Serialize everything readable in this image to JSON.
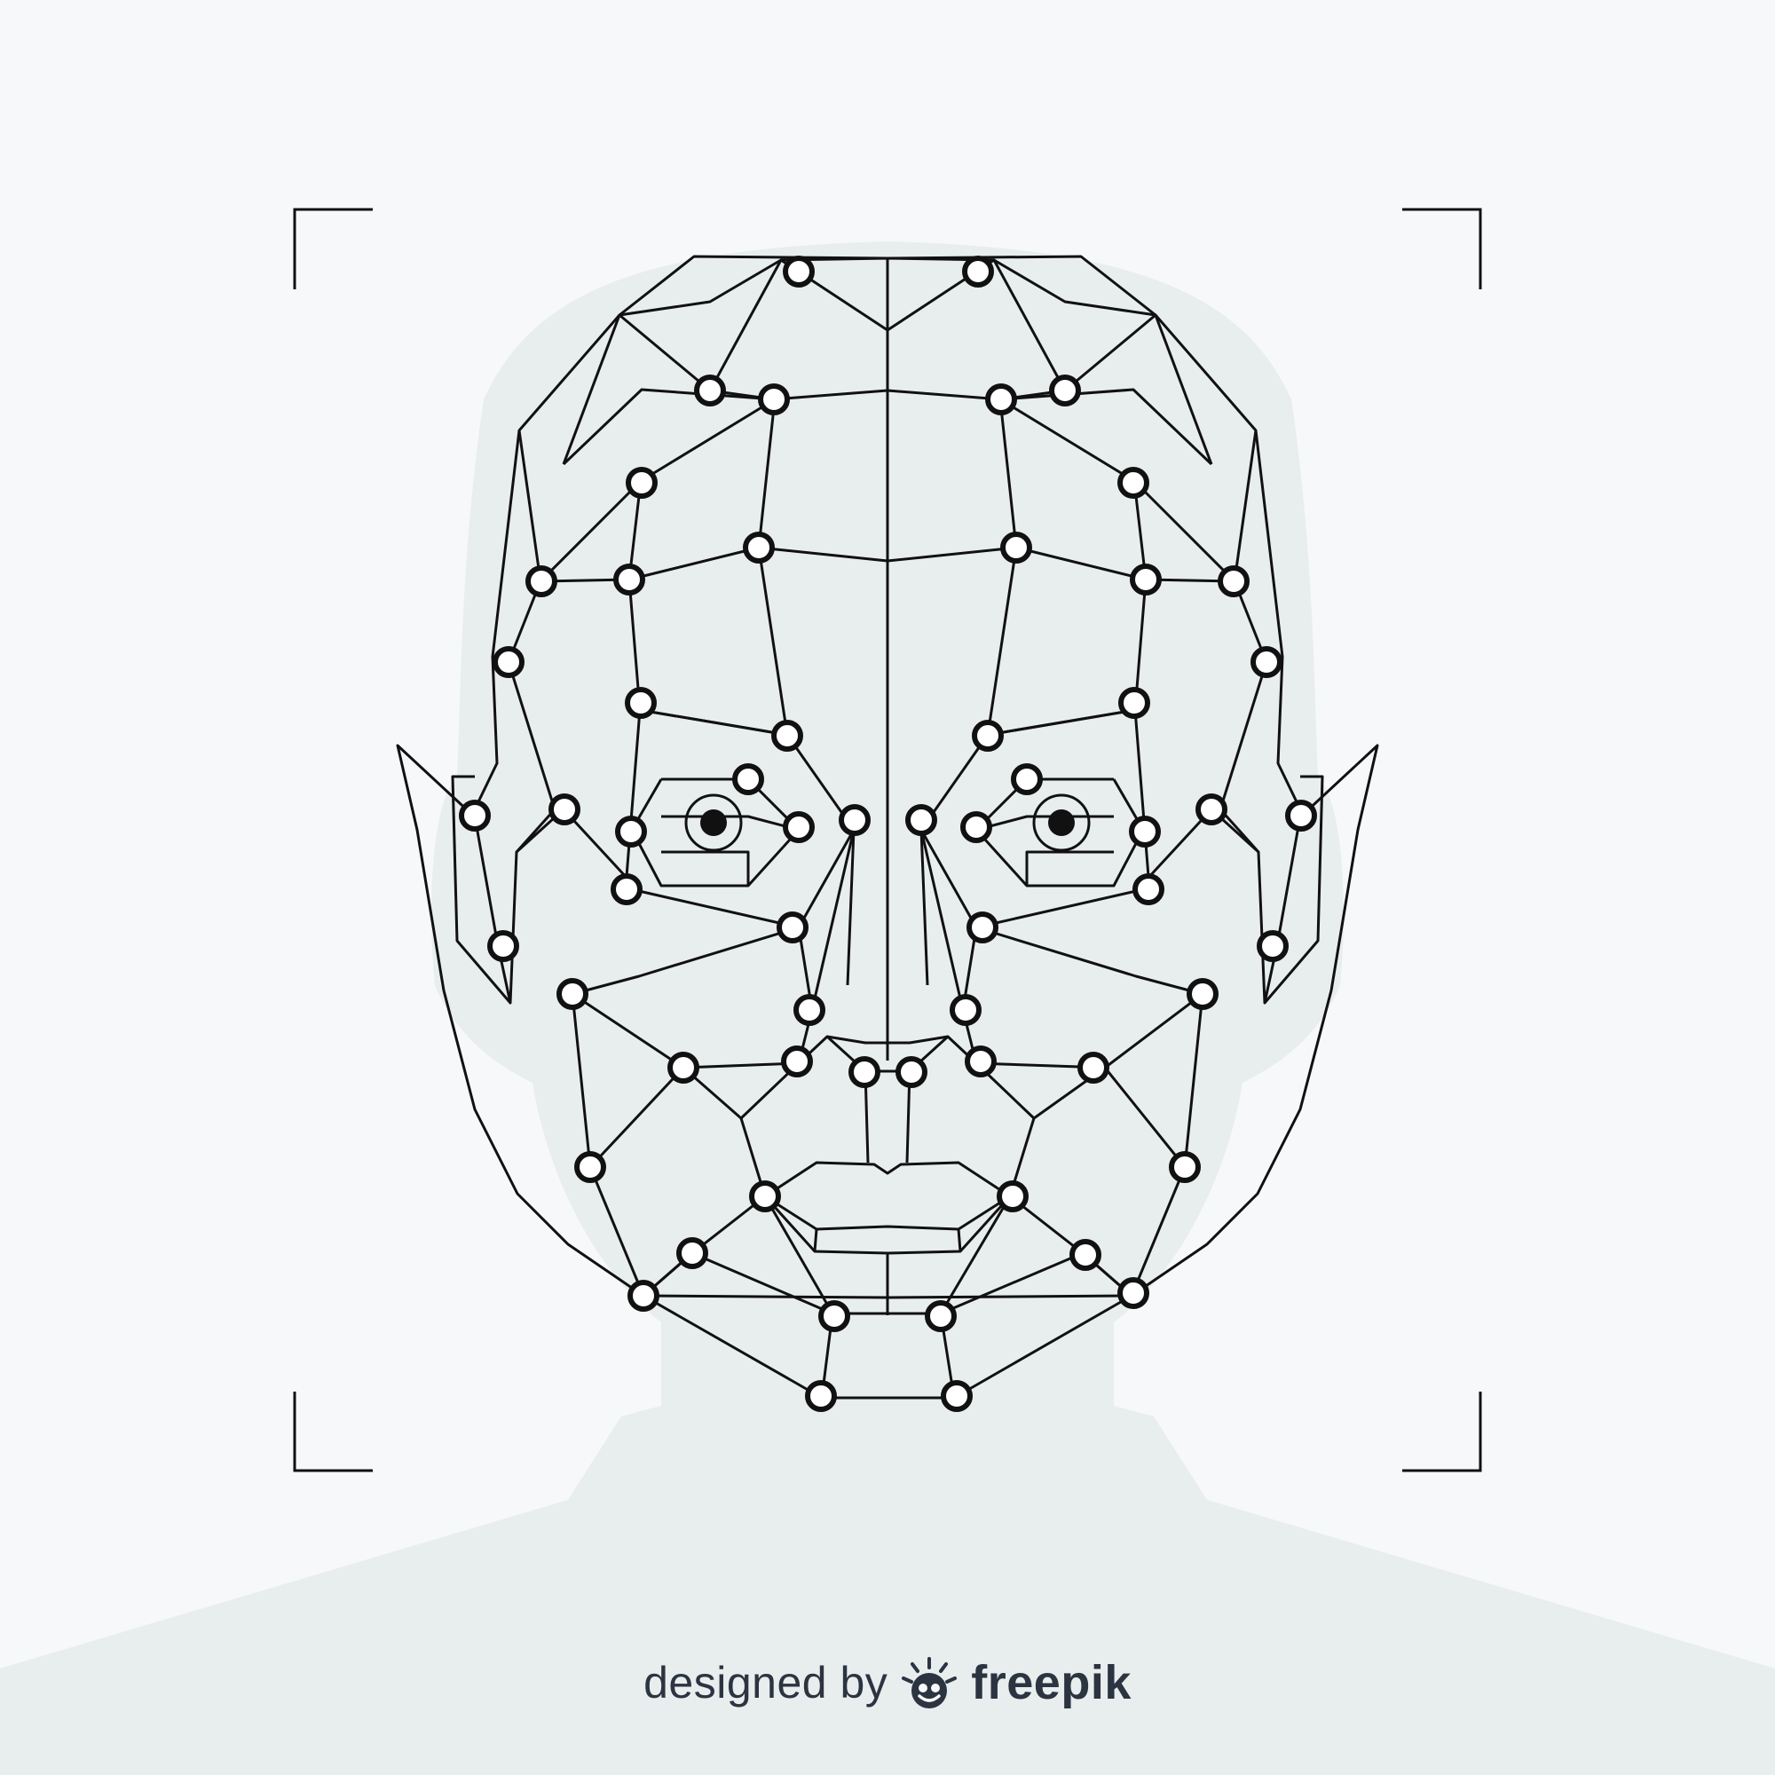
{
  "colors": {
    "background": "#f6f8f9",
    "silhouette": "#e8edee",
    "wireframe": "#111111",
    "landmark_fill": "#ffffff",
    "credit_text": "#2b3440"
  },
  "icons": {
    "scan_frame": "corner-bracket-icon",
    "landmark": "landmark-node-icon",
    "brand_logo": "freepik-logo-icon"
  },
  "landmark_count": 66,
  "credit": {
    "prefix": "designed by",
    "brand": "freepik"
  }
}
